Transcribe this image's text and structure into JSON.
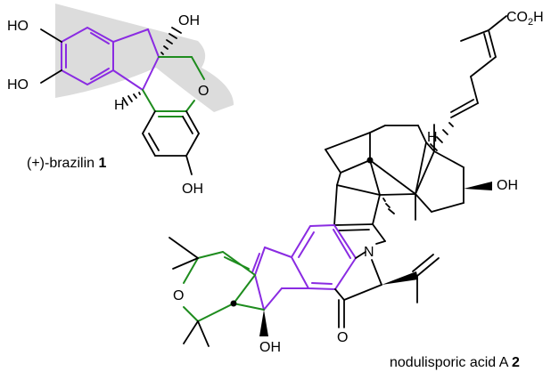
{
  "colors": {
    "highlight_purple": "#8a2be2",
    "highlight_green": "#1e8c1e",
    "shade_gray": "#dcdcdc",
    "bond_black": "#000000"
  },
  "brazilin": {
    "atoms": {
      "oh_top_left": "HO",
      "oh_mid_left": "HO",
      "oh_quaternary": "OH",
      "h_stereo": "H",
      "o_ring": "O",
      "oh_bottom": "OH"
    },
    "caption_name": "(+)-brazilin ",
    "caption_number": "1"
  },
  "nodulisporic": {
    "atoms": {
      "co2h_main": "CO",
      "co2h_sub": "2",
      "co2h_tail": "H",
      "h_ring": "H",
      "oh_right": "OH",
      "n_indole": "N",
      "o_pyran": "O",
      "oh_bottom": "OH",
      "o_ketone": "O"
    },
    "caption_name": "nodulisporic acid A ",
    "caption_number": "2"
  }
}
